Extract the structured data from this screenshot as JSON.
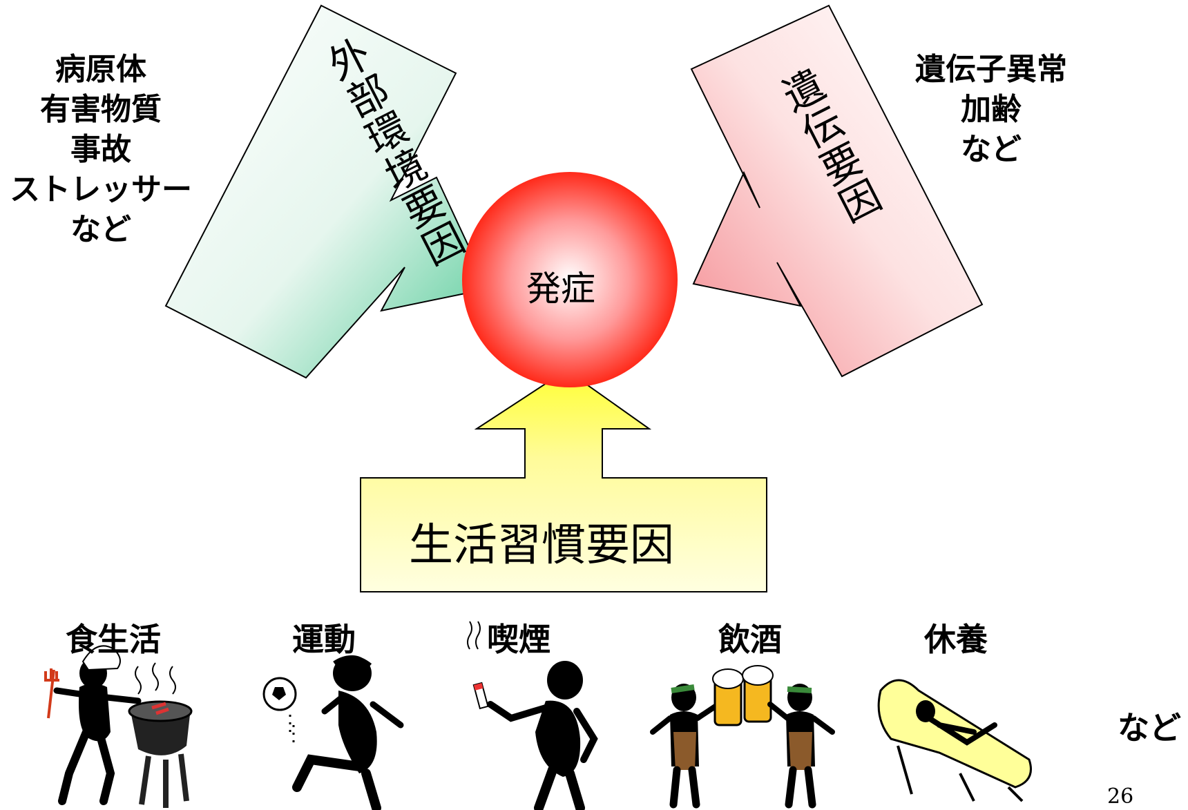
{
  "center": {
    "label": "発症"
  },
  "left_factor": {
    "label": "外部環境要因",
    "color": "#5cc99a"
  },
  "right_factor": {
    "label": "遺伝要因",
    "color": "#f28e92"
  },
  "bottom_factor": {
    "label": "生活習慣要因",
    "color": "#ffff66"
  },
  "left_examples": [
    "病原体",
    "有害物質",
    "事故",
    "ストレッサー",
    "など"
  ],
  "right_examples": [
    "遺伝子異常",
    "加齢",
    "など"
  ],
  "lifestyle_items": [
    {
      "label": "食生活",
      "icon": "barbecue-icon"
    },
    {
      "label": "運動",
      "icon": "soccer-player-icon"
    },
    {
      "label": "喫煙",
      "icon": "smoker-icon"
    },
    {
      "label": "飲酒",
      "icon": "beer-toast-icon"
    },
    {
      "label": "休養",
      "icon": "lounge-chair-icon"
    }
  ],
  "lifestyle_etc": "など",
  "page_number": "26",
  "colors": {
    "center": "#ff3030",
    "arrow_outline": "#000000"
  }
}
